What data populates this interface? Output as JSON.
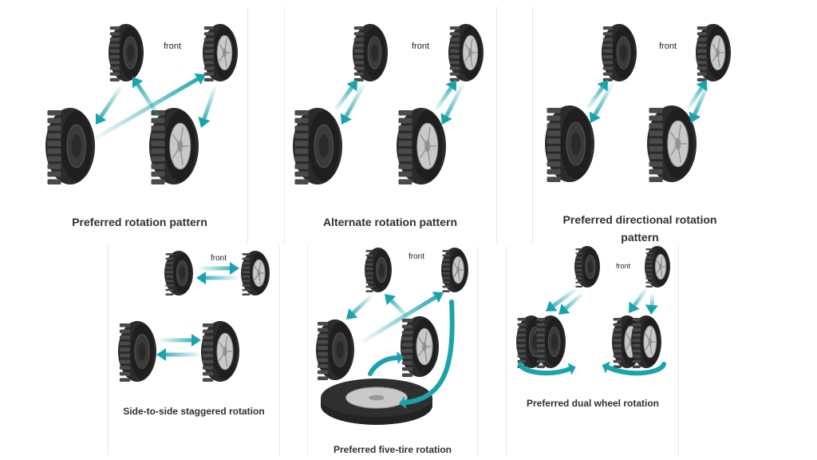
{
  "panels": {
    "p1": {
      "caption": "Preferred rotation pattern",
      "front": "front"
    },
    "p2": {
      "caption": "Alternate rotation pattern",
      "front": "front"
    },
    "p3": {
      "caption": "Preferred directional rotation pattern",
      "front": "front"
    },
    "p4": {
      "caption": "Side-to-side staggered rotation",
      "front": "front"
    },
    "p5": {
      "caption": "Preferred five-tire rotation",
      "front": "front"
    },
    "p6": {
      "caption": "Preferred dual wheel rotation",
      "front": "front"
    }
  },
  "colors": {
    "arrow": "#1ba3ad",
    "tire": "#2b2b2b",
    "tread": "#4a4a4a",
    "rim": "#c9c9c9",
    "caption": "#2a3236"
  }
}
